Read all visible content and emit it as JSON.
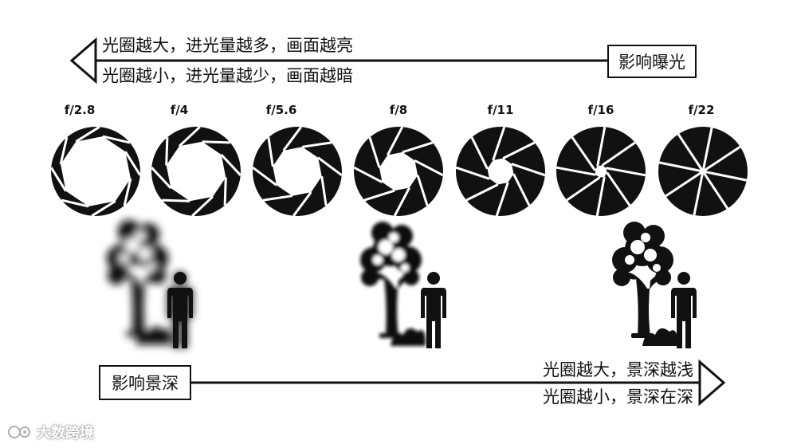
{
  "exposure": {
    "box_label": "影响曝光",
    "line_top": "光圈越大，进光量越多，画面越亮",
    "line_bottom": "光圈越小，进光量越少，画面越暗"
  },
  "apertures": [
    {
      "label": "f/2.8",
      "opening": 0.8
    },
    {
      "label": "f/4",
      "opening": 0.68
    },
    {
      "label": "f/5.6",
      "opening": 0.56
    },
    {
      "label": "f/8",
      "opening": 0.44
    },
    {
      "label": "f/11",
      "opening": 0.3
    },
    {
      "label": "f/16",
      "opening": 0.14
    },
    {
      "label": "f/22",
      "opening": 0.0
    }
  ],
  "depth_of_field": {
    "box_label": "影响景深",
    "line_top": "光圈越大，景深越浅",
    "line_bottom": "光圈越小，景深在深",
    "scenes": [
      {
        "name": "shallow-dof-scene",
        "blur": "strong"
      },
      {
        "name": "medium-dof-scene",
        "blur": "medium"
      },
      {
        "name": "deep-dof-scene",
        "blur": "none"
      }
    ]
  },
  "watermark": {
    "icon": "camera-logo-icon",
    "text": "大数跨境"
  },
  "colors": {
    "ink": "#111111",
    "background": "#ffffff"
  }
}
